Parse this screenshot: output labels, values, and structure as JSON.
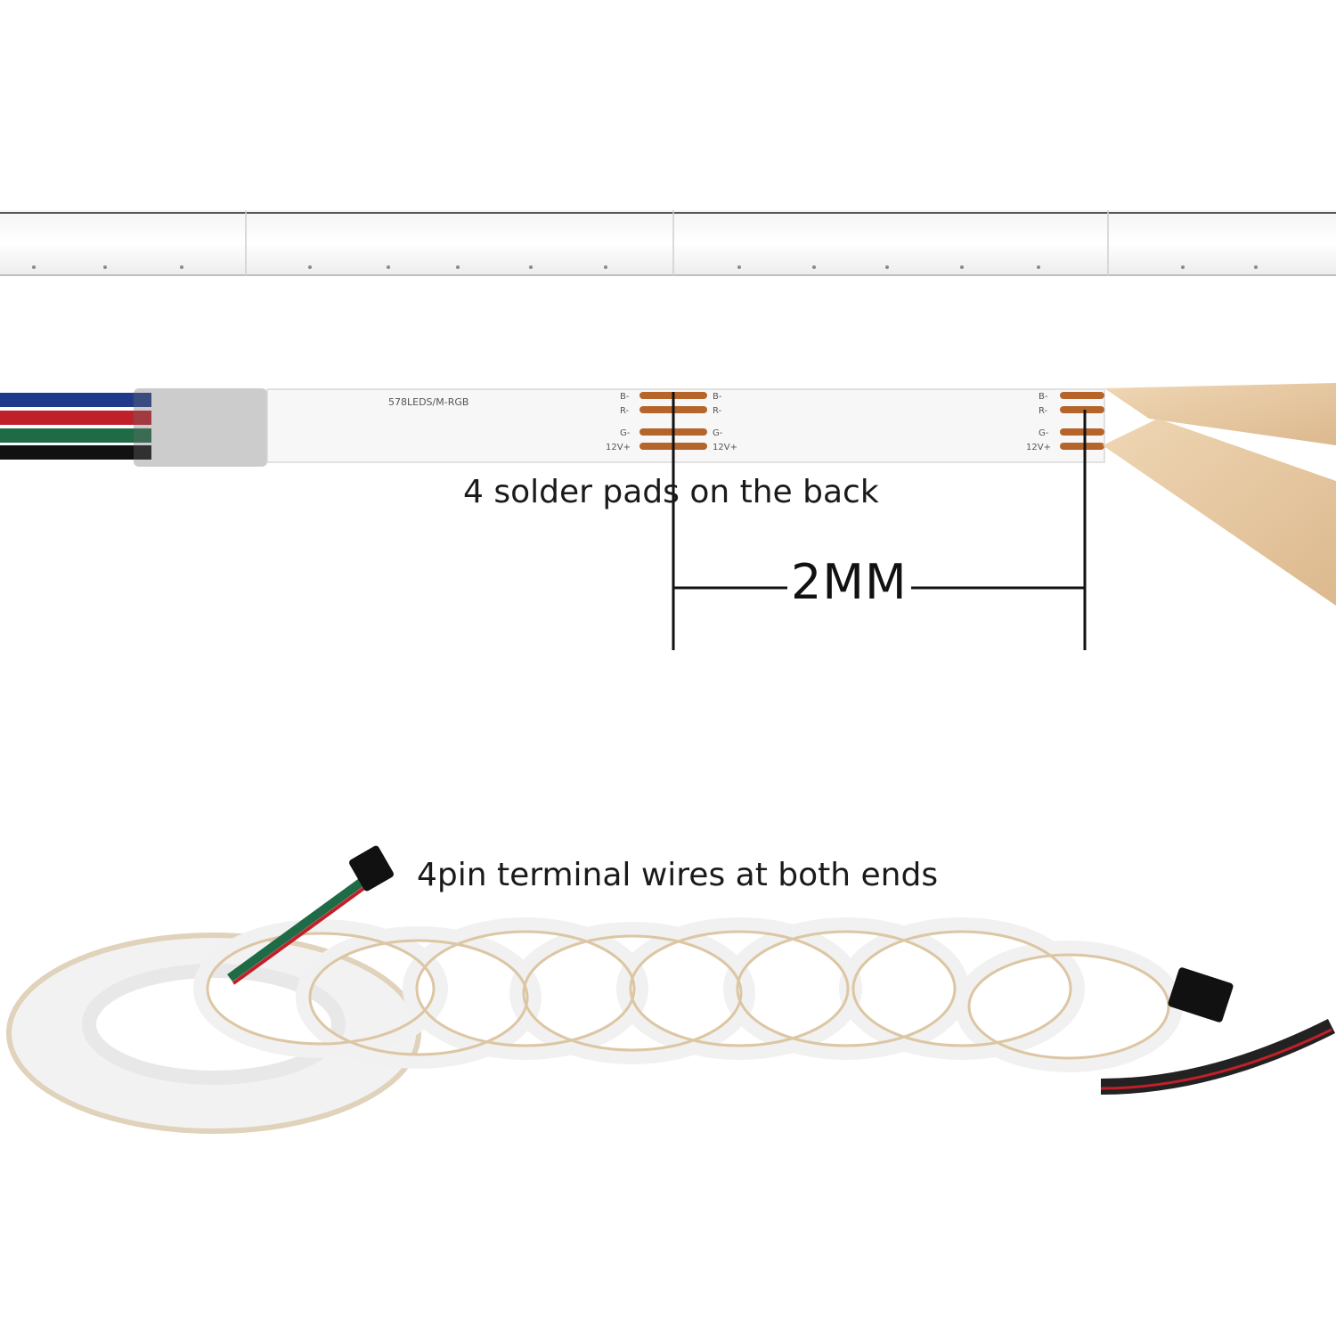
{
  "captions": {
    "solder_pads": "4 solder pads on the back",
    "dimension": "2MM",
    "terminal_wires": "4pin terminal wires at both ends"
  },
  "strip_print": {
    "model": "578LEDS/M-RGB",
    "pad_b": "B-",
    "pad_r": "R-",
    "pad_g": "G-",
    "pad_v": "12V+"
  },
  "colors": {
    "wire_blue": "#1f3a8a",
    "wire_red": "#c0202a",
    "wire_green": "#1f6b45",
    "wire_black": "#111111",
    "pad_copper": "#b5652a",
    "adhesive_tan": "#e6c9a3"
  }
}
